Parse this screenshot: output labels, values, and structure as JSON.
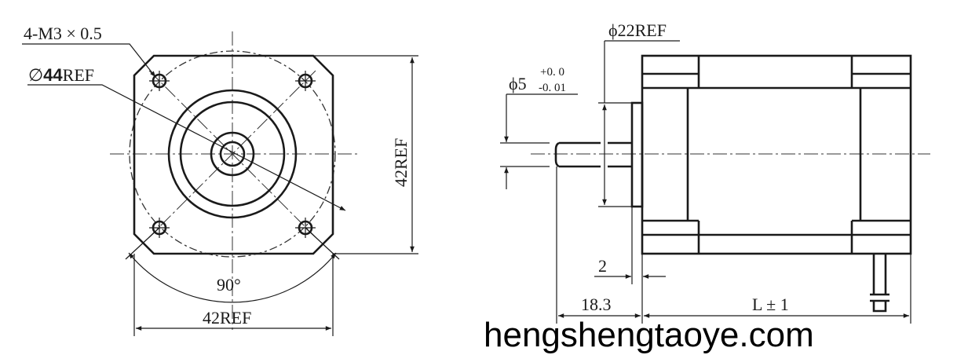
{
  "front_view": {
    "thread_label": "4-M3 × 0.5",
    "circle_label_symbol": "∅",
    "circle_label_value": "44",
    "circle_label_suffix": "REF",
    "height_label": "42REF",
    "width_label": "42REF",
    "angle_label": "90°"
  },
  "side_view": {
    "flange_diameter_label": "ϕ22REF",
    "shaft_diameter_label": "ϕ5",
    "shaft_tol_upper": "+0. 0",
    "shaft_tol_lower": "-0. 01",
    "flange_thickness_label": "2",
    "shaft_length_label": "18.3",
    "body_length_label": "L ± 1"
  },
  "watermark": "hengshengtaoye.com"
}
